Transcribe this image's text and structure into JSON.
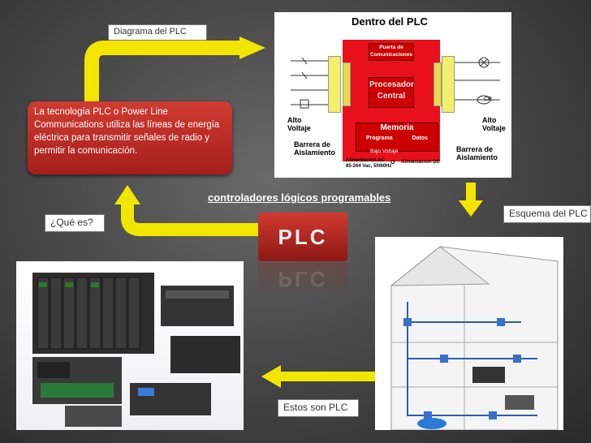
{
  "labels": {
    "diagram_callout": "Diagrama del PLC",
    "que_callout": "¿Qué es?",
    "esquema_callout": "Esquema del PLC",
    "estos_callout": "Estos son PLC",
    "subtitle": "controladores lógicos programables",
    "plc_badge": "PLC"
  },
  "description_box": "La tecnología PLC o Power Line Communications utiliza las líneas de energía eléctrica para transmitir señales de radio y permitir la comunicación.",
  "plc_diagram": {
    "title": "Dentro del PLC",
    "puerta_line1": "Puerta de",
    "puerta_line2": "Comunicaciones",
    "procesador_line1": "Procesador",
    "procesador_line2": "Central",
    "memoria": "Memoria",
    "programa": "Programa",
    "datos": "Datos",
    "bajo_voltaje": "Bajo Voltaje",
    "alim_ac_line1": "Alimentacion AC",
    "alim_ac_line2": "85-264 Vac, 50/60Hz",
    "o": "O",
    "alim_dc": "Alimentacion DC",
    "alto_voltaje_left_1": "Alto",
    "alto_voltaje_left_2": "Voltaje",
    "alto_voltaje_right_1": "Alto",
    "alto_voltaje_right_2": "Voltaje",
    "barrera_left_1": "Barrera de",
    "barrera_left_2": "Aislamiento",
    "barrera_right_1": "Barrera de",
    "barrera_right_2": "Aislamiento",
    "cr": "CR"
  },
  "colors": {
    "arrow_yellow": "#f2e600",
    "red_box": "#b82a24",
    "callout_bg": "#ffffff"
  },
  "icons": [
    "up-arrow-icon",
    "right-arrow-icon",
    "down-arrow-icon",
    "left-arrow-icon"
  ]
}
